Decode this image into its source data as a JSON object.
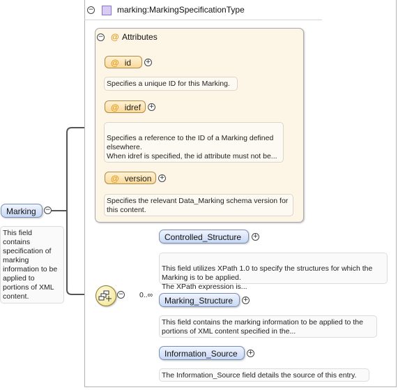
{
  "root": {
    "name": "Marking",
    "doc": "This field contains specification of marking information to be applied to portions of XML content."
  },
  "type": {
    "title": "marking:MarkingSpecificationType",
    "icon": "complex-type-icon"
  },
  "attributes": {
    "title": "Attributes",
    "items": [
      {
        "name": "id",
        "doc": "Specifies a unique ID for this Marking."
      },
      {
        "name": "idref",
        "doc": "Specifies a reference to the ID of a Marking defined elsewhere.\nWhen idref is specified, the id attribute must not be..."
      },
      {
        "name": "version",
        "doc": "Specifies the relevant Data_Marking schema version for this content."
      }
    ]
  },
  "sequence": {
    "cardinality": "0..∞",
    "children": [
      {
        "name": "Controlled_Structure",
        "doc": "This field utilizes XPath 1.0 to specify the structures for which the Marking is to be applied.\nThe XPath expression is..."
      },
      {
        "name": "Marking_Structure",
        "doc": "This field contains the marking information to be applied to the portions of XML content specified in the..."
      },
      {
        "name": "Information_Source",
        "doc": "The Information_Source field details the source of this entry."
      }
    ]
  },
  "colors": {
    "element_fill": "#c7d7f3",
    "attribute_fill": "#f9d999",
    "attribute_group_bg": "#fdf5e6",
    "type_icon": "#d9ccf2"
  }
}
